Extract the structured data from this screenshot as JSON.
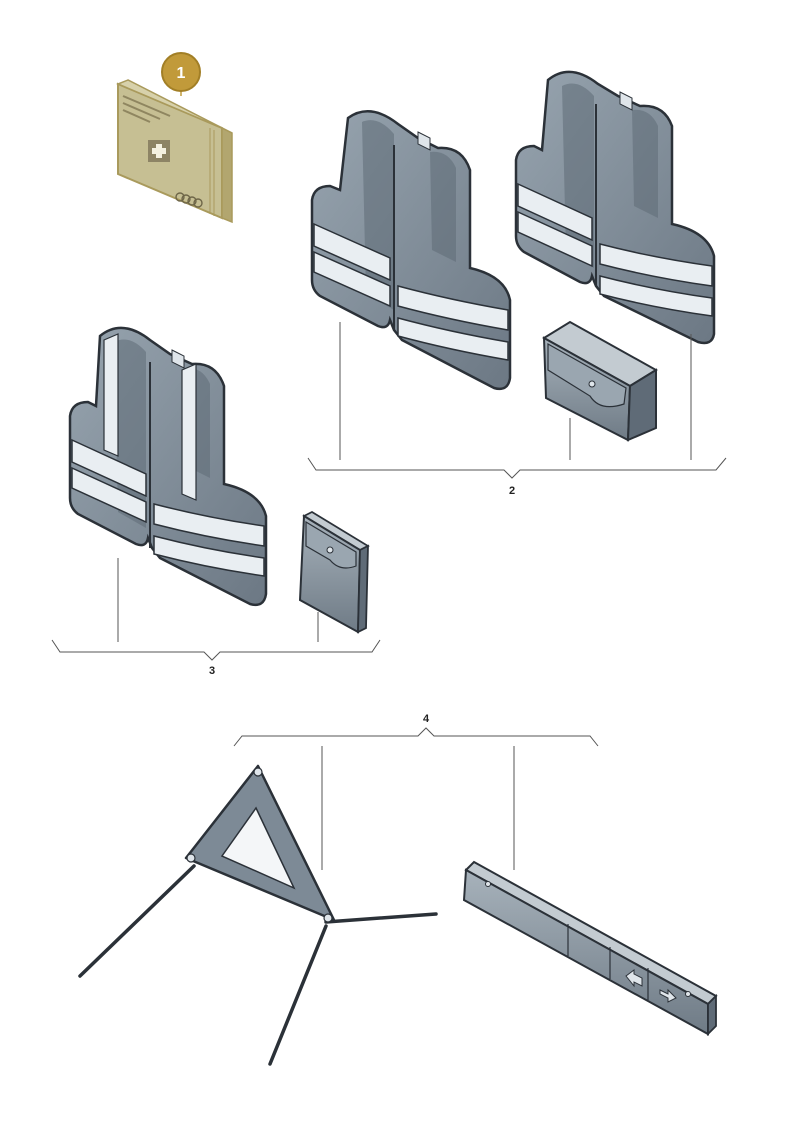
{
  "callouts": {
    "item1": "1",
    "item2": "2",
    "item3": "3",
    "item4": "4"
  },
  "colors": {
    "vest_fill": "#7d8a96",
    "vest_shade": "#5f6b77",
    "vest_dark": "#4a5560",
    "stripe": "#e9eef2",
    "outline": "#2b3138",
    "kit_fill": "#c6bf93",
    "kit_edge": "#b0a46c",
    "badge": "#c19a3a",
    "leader": "#555555"
  },
  "icons": [
    "first-aid-cross-icon",
    "four-rings-logo-icon",
    "arrow-left-icon",
    "arrow-right-icon"
  ]
}
